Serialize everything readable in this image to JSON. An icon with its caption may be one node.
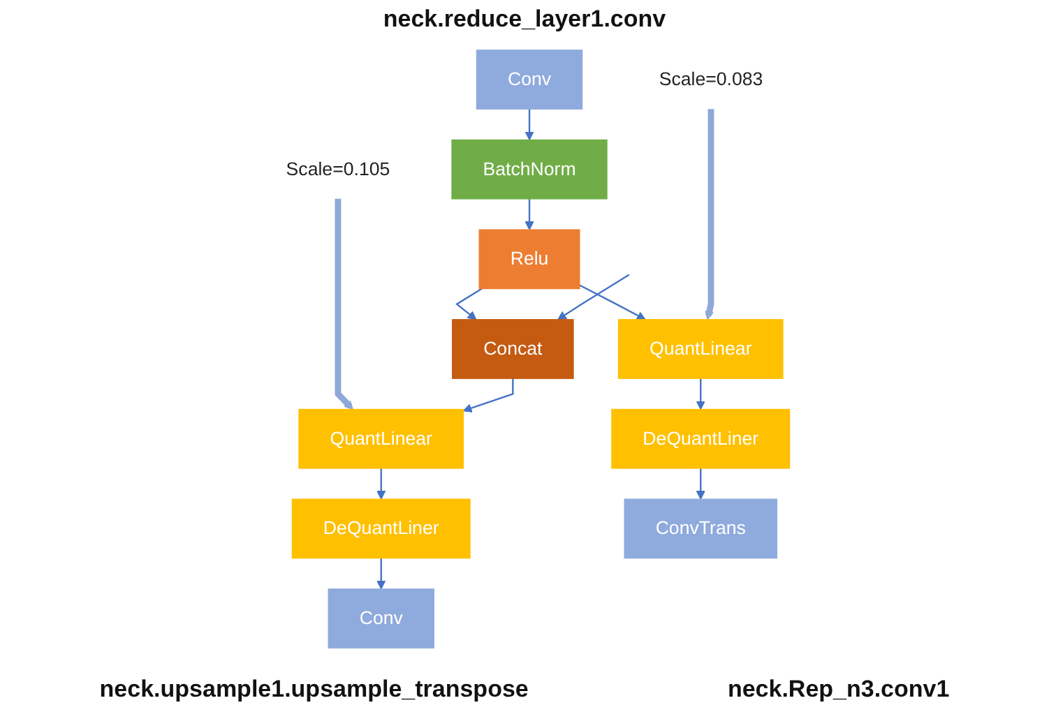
{
  "diagram": {
    "nodes": [
      {
        "text": [
          "Conv"
        ]
      },
      {
        "text": [
          "BatchNorm"
        ]
      },
      {
        "text": [
          "Relu"
        ]
      },
      {
        "text": [
          "Scale=0.083"
        ]
      },
      {
        "text": [
          "Concat"
        ]
      },
      {
        "text": [
          "Scale=0.105"
        ]
      },
      {
        "text": [
          "QuantLinear"
        ]
      },
      {
        "text": [
          "QuantLinear"
        ]
      },
      {
        "text": [
          "DeQuantLiner"
        ]
      },
      {
        "text": [
          "DeQuantLiner"
        ]
      },
      {
        "text": [
          "ConvTrans"
        ]
      },
      {
        "text": [
          "Conv"
        ]
      }
    ],
    "edges": [
      {
        "from": 0,
        "to": 1,
        "arrow": "to"
      },
      {
        "from": 1,
        "to": 2,
        "arrow": "to"
      },
      {
        "from": 2,
        "to": 6,
        "arrow": "to"
      },
      {
        "from": 2,
        "to": 4,
        "arrow": "to"
      },
      {
        "from": null,
        "to": 4,
        "arrow": "to"
      },
      {
        "from": 3,
        "to": 6,
        "arrow": "to",
        "style": "thick"
      },
      {
        "from": 5,
        "to": 7,
        "arrow": "to",
        "style": "thick"
      },
      {
        "from": 4,
        "to": 7,
        "arrow": "to"
      },
      {
        "from": 6,
        "to": 8,
        "arrow": "to"
      },
      {
        "from": 7,
        "to": 9,
        "arrow": "to"
      },
      {
        "from": 8,
        "to": 10,
        "arrow": "to"
      },
      {
        "from": 9,
        "to": 11,
        "arrow": "to"
      }
    ],
    "labels": [
      "neck.reduce_layer1.conv",
      "neck.upsample1.upsample_transpose",
      "neck.Rep_n3.conv1"
    ]
  }
}
